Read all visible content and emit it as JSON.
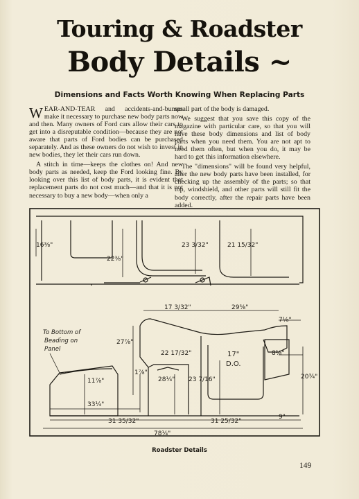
{
  "header": {
    "title_line1": "Touring & Roadster",
    "title_line2": "Body Details ~",
    "subtitle": "Dimensions and Facts Worth Knowing When Replacing Parts"
  },
  "article": {
    "dropcap": "W",
    "para1": "EAR-AND-TEAR and accidents-and-bumps make it necessary to purchase new body parts now and then. Many owners of Ford cars allow their cars to get into a disreputable condition—because they are not aware that parts of Ford bodies can be purchased separately. And as these owners do not wish to invest in new bodies, they let their cars run down.",
    "para2": "A stitch in time—keeps the clothes on! And new body parts as needed, keep the Ford looking fine. By looking over this list of body parts, it is evident that replacement parts do not cost much—and that it is not necessary to buy a new body—when only a",
    "para3": "small part of the body is damaged.",
    "para4": "We suggest that you save this copy of the magazine with particular care, so that you will have these body dimensions and list of body parts when you need them. You are not apt to need them often, but when you do, it may be hard to get this information elsewhere.",
    "para5": "The \"dimensions\" will be found very helpful, after the new body parts have been installed, for checking up the assembly of the parts; so that top, windshield, and other parts will still fit the body correctly, after the repair parts have been added."
  },
  "diagram": {
    "dims": {
      "d1": "16⅜\"",
      "d2": "22⅜\"",
      "d3": "23 3/32\"",
      "d4": "21 15/32\"",
      "d5": "17 3/32\"",
      "d6": "29⅝\"",
      "d7": "7⅛\"",
      "d8": "27⅞\"",
      "d9": "22 17/32\"",
      "d10": "17\"",
      "d11": "D.O.",
      "d12": "8⅝\"",
      "d13": "20¾\"",
      "d14": "11⅞\"",
      "d15": "1⅞\"",
      "d16": "28¼\"",
      "d17": "23 7/16\"",
      "d18": "33¼\"",
      "d19": "31 35/32\"",
      "d20": "31 25/32\"",
      "d21": "9\"",
      "d22": "78¼\""
    },
    "note_line1": "To Bottom of",
    "note_line2": "Beading on",
    "note_line3": "Panel"
  },
  "caption": "Roadster Details",
  "page_number": "149"
}
